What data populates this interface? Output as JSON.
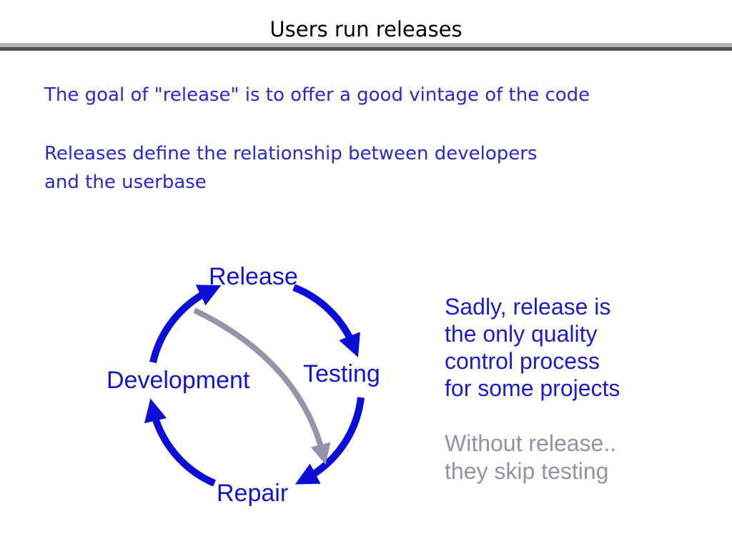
{
  "title": "Users run releases",
  "intro": {
    "line1": "The goal of \"release\" is to offer a good vintage of the code",
    "line2": "Releases define the relationship between developers",
    "line3": "and the userbase"
  },
  "diagram": {
    "nodes": [
      {
        "id": "release",
        "label": "Release"
      },
      {
        "id": "testing",
        "label": "Testing"
      },
      {
        "id": "repair",
        "label": "Repair"
      },
      {
        "id": "development",
        "label": "Development"
      }
    ],
    "edges": [
      {
        "from": "Release",
        "to": "Testing",
        "style": "cycle"
      },
      {
        "from": "Testing",
        "to": "Repair",
        "style": "cycle"
      },
      {
        "from": "Repair",
        "to": "Development",
        "style": "cycle"
      },
      {
        "from": "Development",
        "to": "Release",
        "style": "cycle"
      },
      {
        "from": "Release",
        "to": "Repair",
        "style": "shortcut-skip-testing"
      }
    ],
    "cycle_color": "#0d0dd8",
    "shortcut_color": "#9494aa"
  },
  "aside": {
    "blue_lines": [
      "Sadly, release is",
      "the only quality",
      "control process",
      "for some projects"
    ],
    "gray_lines": [
      "Without release..",
      "they skip testing"
    ]
  },
  "colors": {
    "title_text": "#000000",
    "intro_text": "#2929cc",
    "node_label_text": "#1414cc",
    "aside_blue_text": "#1c1ccc",
    "aside_gray_text": "#9191a8",
    "rule_light": "#b3b3b3",
    "rule_dark": "#4e4e4e"
  }
}
